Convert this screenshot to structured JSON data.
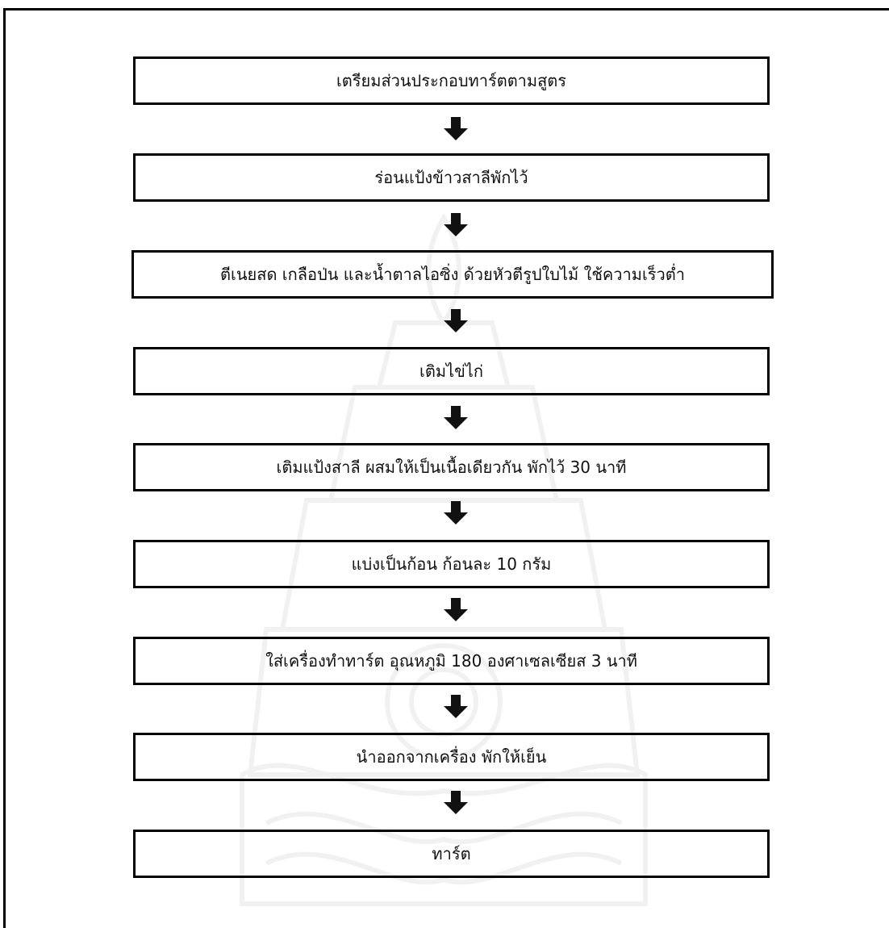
{
  "steps": [
    {
      "id": "step-1",
      "label": "เตรียมส่วนประกอบทาร์ตตามสูตร"
    },
    {
      "id": "step-2",
      "label": "ร่อนแป้งข้าวสาลีพักไว้"
    },
    {
      "id": "step-3",
      "label": "ตีเนยสด เกลือป่น และน้ำตาลไอซิ่ง ด้วยหัวตีรูปใบไม้ ใช้ความเร็วต่ำ"
    },
    {
      "id": "step-4",
      "label": "เติมไข่ไก่"
    },
    {
      "id": "step-5",
      "label": "เติมแป้งสาลี ผสมให้เป็นเนื้อเดียวกัน พักไว้ 30 นาที"
    },
    {
      "id": "step-6",
      "label": "แบ่งเป็นก้อน ก้อนละ 10 กรัม"
    },
    {
      "id": "step-7",
      "label": "ใส่เครื่องทำทาร์ต อุณหภูมิ 180 องศาเซลเซียส 3 นาที"
    },
    {
      "id": "step-8",
      "label": "นำออกจากเครื่อง พักให้เย็น"
    },
    {
      "id": "step-9",
      "label": "ทาร์ต"
    }
  ],
  "colors": {
    "border": "#000000",
    "arrow": "#111111",
    "watermark": "#8a8a8a"
  },
  "icons": {
    "connector": "down-arrow-icon",
    "watermark": "university-seal-watermark"
  }
}
